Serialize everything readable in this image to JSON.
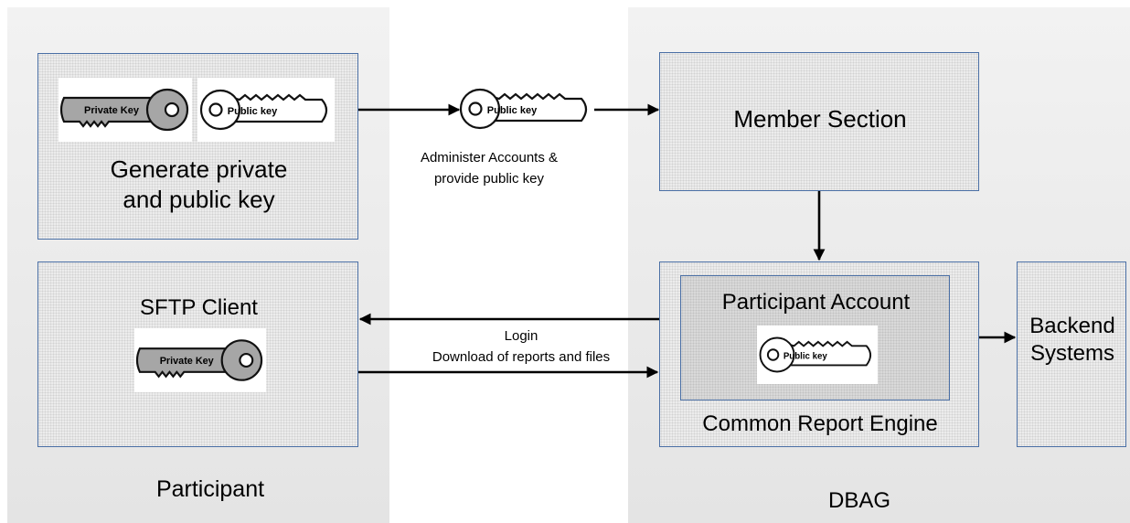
{
  "panels": {
    "participant": {
      "label": "Participant"
    },
    "dbag": {
      "label": "DBAG"
    }
  },
  "keygen_box": {
    "title_line1": "Generate private",
    "title_line2": "and public key",
    "private_key_label": "Private Key",
    "public_key_label": "Public key"
  },
  "sftp_box": {
    "title": "SFTP Client",
    "private_key_label": "Private Key"
  },
  "member_section": {
    "title": "Member Section"
  },
  "cre_box": {
    "title": "Common Report Engine",
    "participant_account": {
      "title": "Participant Account",
      "public_key_label": "Public key"
    }
  },
  "backend_box": {
    "title_line1": "Backend",
    "title_line2": "Systems"
  },
  "flows": {
    "transfer_key_label": "Public key",
    "administer_line1": "Administer Accounts &",
    "administer_line2": "provide public key",
    "login_label": "Login",
    "download_label": "Download of reports and files"
  },
  "colors": {
    "box_border": "#4a6fa5",
    "panel_bg": "#e9e9e9",
    "private_key_fill": "#a6a6a6",
    "public_key_fill": "#ffffff"
  }
}
